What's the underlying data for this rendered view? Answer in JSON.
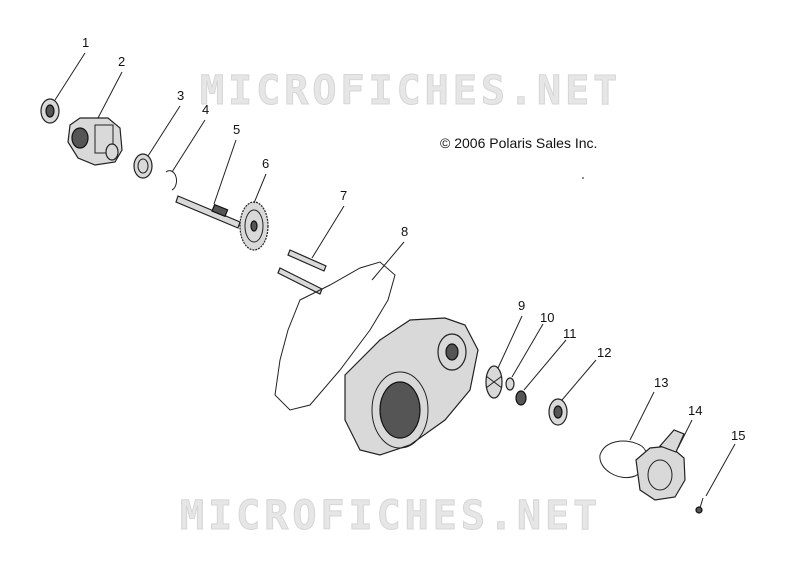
{
  "copyright": "© 2006 Polaris Sales Inc.",
  "watermarks": [
    "MICROFICHES.NET",
    "MICROFICHES.NET"
  ],
  "callouts": [
    "1",
    "2",
    "3",
    "4",
    "5",
    "6",
    "7",
    "8",
    "9",
    "10",
    "11",
    "12",
    "13",
    "14",
    "15"
  ],
  "colors": {
    "watermark": "#e6e6e6",
    "line": "#222222",
    "part_fill": "#d9d9d9"
  }
}
